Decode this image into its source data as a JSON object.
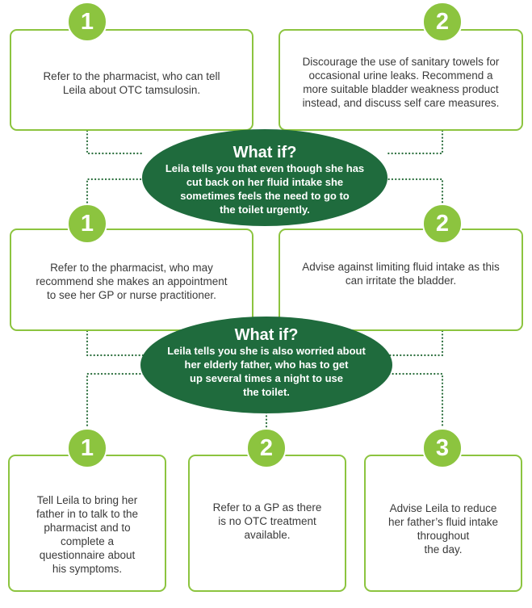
{
  "colors": {
    "accent_green": "#8cc43f",
    "oval_green": "#1f6b3d",
    "connector": "#2a6e3c",
    "text": "#3a3a3a"
  },
  "tier1": {
    "option1": {
      "number": "1",
      "text": "Refer to the pharmacist, who can tell\nLeila about OTC tamsulosin."
    },
    "option2": {
      "number": "2",
      "text": "Discourage the use of sanitary towels for\noccasional urine leaks. Recommend a\nmore suitable bladder weakness product\ninstead, and discuss self care measures."
    }
  },
  "whatif1": {
    "title": "What if?",
    "text": "Leila tells you that even though she has\ncut back on her fluid intake she\nsometimes feels the need to go to\nthe toilet urgently."
  },
  "tier2": {
    "option1": {
      "number": "1",
      "text": "Refer to the pharmacist, who may\nrecommend she makes an appointment\nto see her GP or nurse practitioner."
    },
    "option2": {
      "number": "2",
      "text": "Advise against limiting fluid intake as this\ncan irritate the bladder."
    }
  },
  "whatif2": {
    "title": "What if?",
    "text": "Leila tells you she is also worried about\nher elderly father, who has to get\nup several times a night to use\nthe toilet."
  },
  "tier3": {
    "option1": {
      "number": "1",
      "text": "Tell Leila to bring her\nfather in to talk to the\npharmacist and to\ncomplete a\nquestionnaire about\nhis symptoms."
    },
    "option2": {
      "number": "2",
      "text": "Refer to a GP as there\nis no OTC treatment\navailable."
    },
    "option3": {
      "number": "3",
      "text": "Advise Leila to reduce\nher father’s fluid intake\nthroughout\nthe day."
    }
  }
}
